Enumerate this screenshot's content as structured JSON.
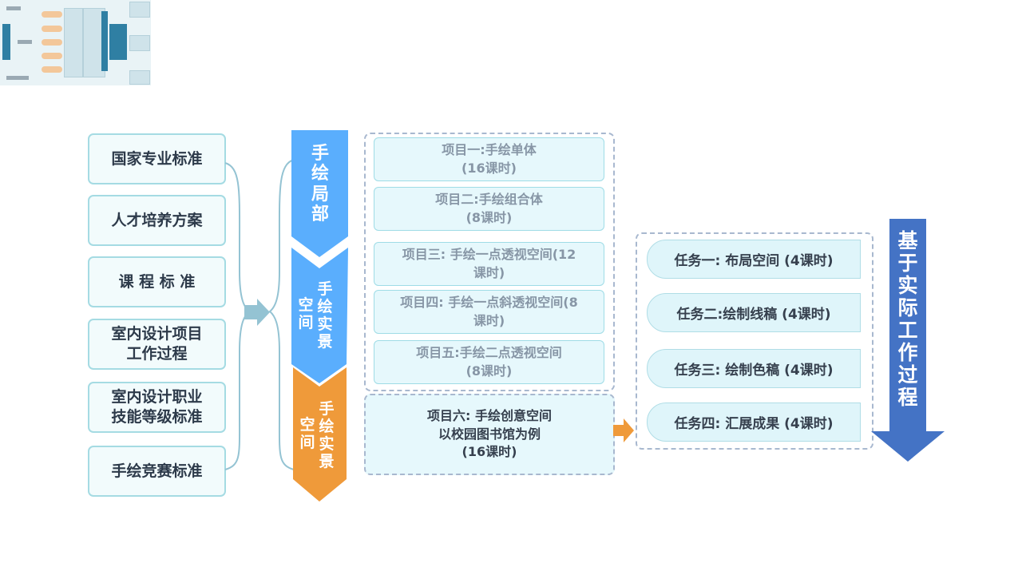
{
  "standards": [
    {
      "line1": "国家专业标准",
      "line2": ""
    },
    {
      "line1": "人才培养方案",
      "line2": ""
    },
    {
      "line1": "课 程 标 准",
      "line2": ""
    },
    {
      "line1": "室内设计项目",
      "line2": "工作过程"
    },
    {
      "line1": "室内设计职业",
      "line2": "技能等级标准"
    },
    {
      "line1": "手绘竞赛标准",
      "line2": ""
    }
  ],
  "stages": {
    "stage1": [
      "手",
      "绘",
      "局",
      "部"
    ],
    "stage2": {
      "col1": [
        "空",
        "间"
      ],
      "col2": [
        "手",
        "绘",
        "实",
        "景"
      ]
    },
    "stage3": {
      "col1": [
        "空",
        "间"
      ],
      "col2": [
        "手",
        "绘",
        "实",
        "景"
      ]
    }
  },
  "projects": [
    {
      "line1": "项目一:手绘单体",
      "line2": "(16课时)"
    },
    {
      "line1": "项目二:手绘组合体",
      "line2": "(8课时)"
    },
    {
      "line1": "项目三: 手绘一点透视空间(12",
      "line2": "课时)"
    },
    {
      "line1": "项目四: 手绘一点斜透视空间(8",
      "line2": "课时)"
    },
    {
      "line1": "项目五:手绘二点透视空间",
      "line2": "(8课时)"
    }
  ],
  "project6": {
    "line1": "项目六: 手绘创意空间",
    "line2": "以校园图书馆为例",
    "line3": "(16课时)"
  },
  "tasks": [
    "任务一: 布局空间 (4课时)",
    "任务二:绘制线稿 (4课时)",
    "任务三: 绘制色稿 (4课时)",
    "任务四: 汇展成果 (4课时)"
  ],
  "big_arrow": [
    "基",
    "于",
    "实",
    "际",
    "工",
    "作",
    "过",
    "程"
  ],
  "colors": {
    "blue_stage": "#5aaefd",
    "orange_stage": "#ef9a3a",
    "big_arrow": "#4473c5",
    "connector": "#94c3d3"
  }
}
